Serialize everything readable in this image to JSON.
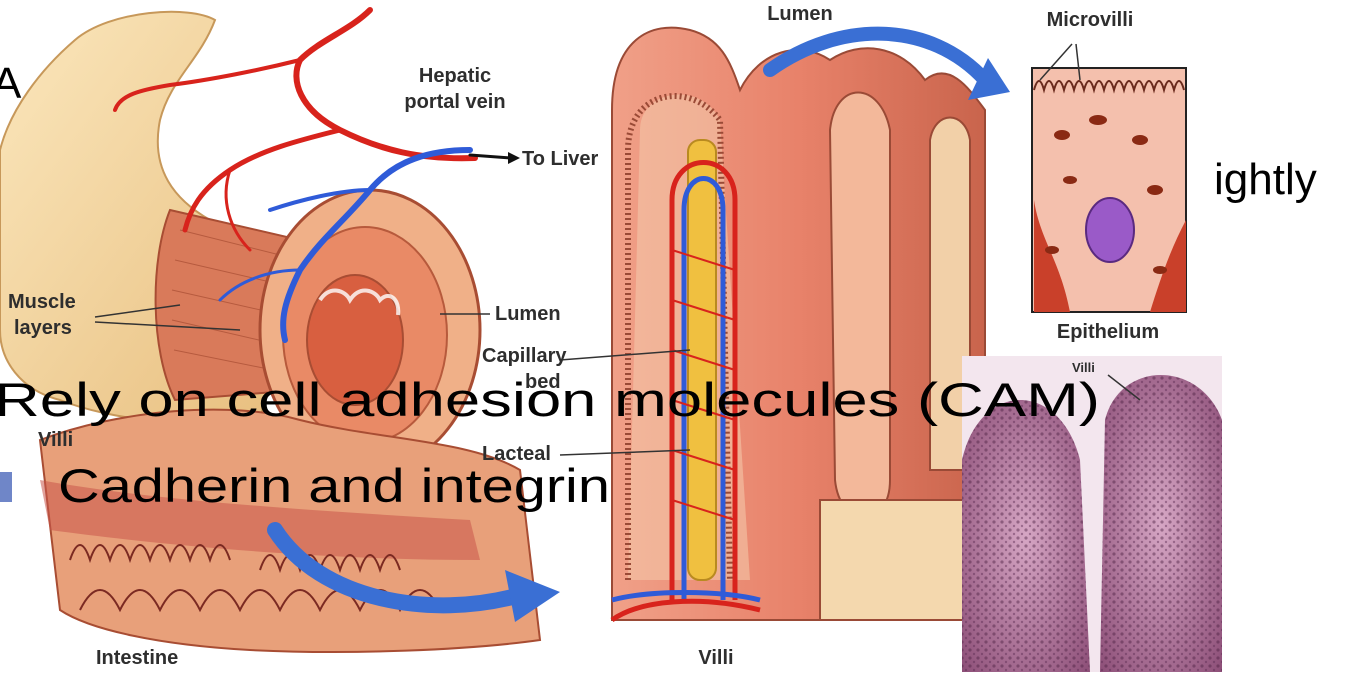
{
  "labels": {
    "hepatic_portal_vein": [
      "Hepatic",
      "portal vein"
    ],
    "to_liver": "To Liver",
    "muscle_layers": [
      "Muscle",
      "layers"
    ],
    "lumen_intestine": "Lumen",
    "capillary_bed": [
      "Capillary",
      "bed"
    ],
    "lacteal": "Lacteal",
    "villi_left": "Villi",
    "intestine": "Intestine",
    "villi_bottom": "Villi",
    "lumen_top": "Lumen",
    "microvilli": "Microvilli",
    "epithelium": "Epithelium",
    "villi_micrograph": "Villi"
  },
  "slide_text": {
    "title_fragment": "A",
    "right_fragment": "ightly",
    "bullet_1": "Rely on cell adhesion molecules (CAM)",
    "bullet_2": "Cadherin and integrin"
  },
  "colors": {
    "tissue": "#e8826a",
    "tissue_dark": "#c4553c",
    "intestine_outer": "#f7d9a0",
    "vein": "#2f5bd8",
    "artery": "#d8231c",
    "lacteal": "#f0c040",
    "arrow": "#3a6fd4",
    "micrograph": "#b07a9c"
  }
}
